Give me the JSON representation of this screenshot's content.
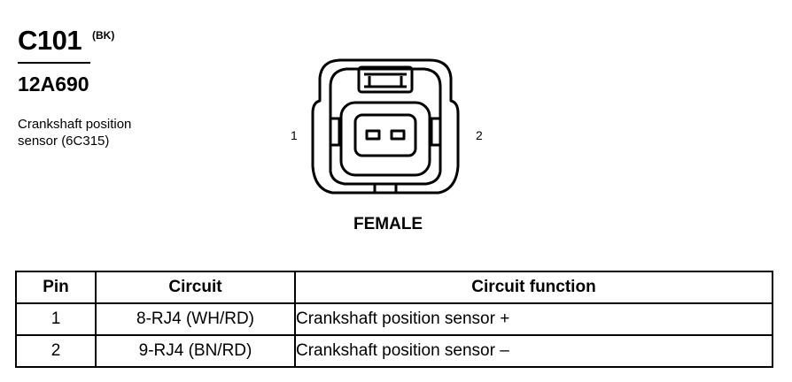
{
  "connector": {
    "code": "C101",
    "color": "(BK)",
    "part_number": "12A690",
    "description": "Crankshaft position sensor (6C315)",
    "pin_label_left": "1",
    "pin_label_right": "2",
    "gender": "FEMALE"
  },
  "table": {
    "headers": [
      "Pin",
      "Circuit",
      "Circuit function"
    ],
    "rows": [
      {
        "pin": "1",
        "circuit": "8-RJ4 (WH/RD)",
        "function": "Crankshaft position sensor  +"
      },
      {
        "pin": "2",
        "circuit": "9-RJ4 (BN/RD)",
        "function": "Crankshaft position sensor  –"
      }
    ]
  }
}
